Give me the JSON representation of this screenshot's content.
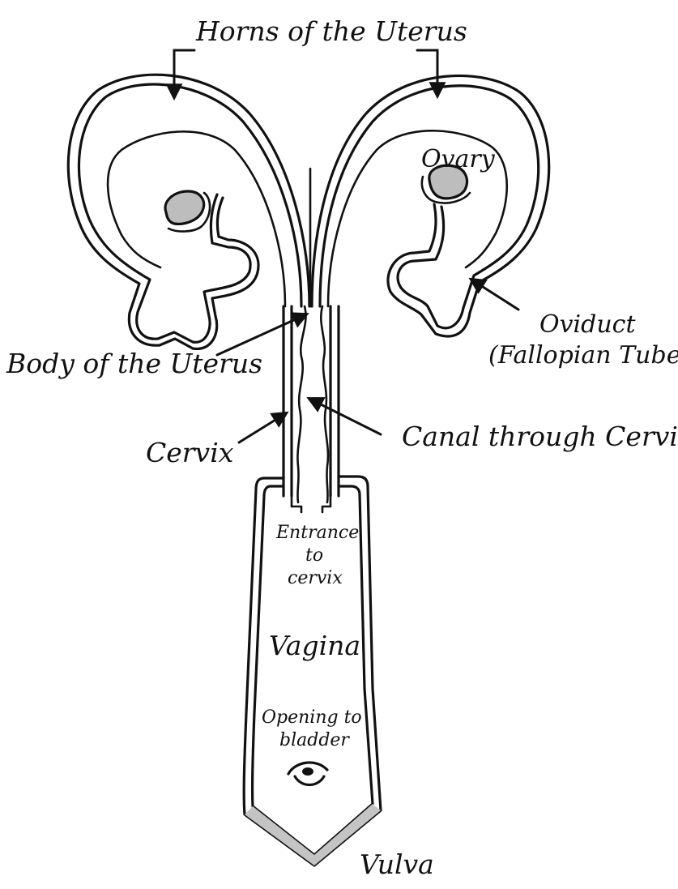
{
  "diagram": {
    "labels": {
      "horns": "Horns of the Uterus",
      "ovary": "Ovary",
      "oviduct_line1": "Oviduct",
      "oviduct_line2": "(Fallopian Tube)",
      "body": "Body of the Uterus",
      "cervix": "Cervix",
      "canal": "Canal through Cervix",
      "entrance_line1": "Entrance",
      "entrance_line2": "to",
      "entrance_line3": "cervix",
      "vagina": "Vagina",
      "bladder_line1": "Opening to",
      "bladder_line2": "bladder",
      "vulva": "Vulva"
    },
    "colors": {
      "stroke": "#111111",
      "ovary_fill": "#bdbdbd",
      "vulva_fill": "#c4c4c4",
      "background": "#ffffff"
    }
  }
}
